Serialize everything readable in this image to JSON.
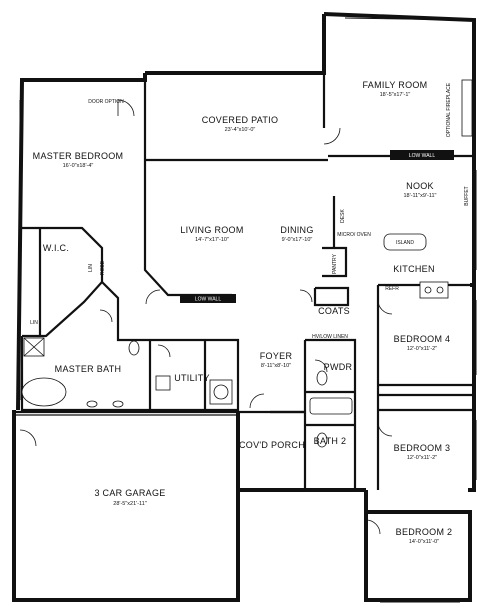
{
  "rooms": {
    "family_room": {
      "name": "FAMILY ROOM",
      "dims": "18'-5\"x17'-1\""
    },
    "covered_patio": {
      "name": "COVERED PATIO",
      "dims": "23'-4\"x10'-0\""
    },
    "master_bedroom": {
      "name": "MASTER BEDROOM",
      "dims": "16'-0\"x18'-4\""
    },
    "living_room": {
      "name": "LIVING ROOM",
      "dims": "14'-7\"x17'-10\""
    },
    "dining": {
      "name": "DINING",
      "dims": "9'-0\"x17'-10\""
    },
    "nook": {
      "name": "NOOK",
      "dims": "18'-11\"x9'-11\""
    },
    "kitchen": {
      "name": "KITCHEN"
    },
    "wic": {
      "name": "W.I.C."
    },
    "master_bath": {
      "name": "MASTER BATH"
    },
    "utility": {
      "name": "UTILITY"
    },
    "foyer": {
      "name": "FOYER",
      "dims": "8'-11\"x8'-10\""
    },
    "powder": {
      "name": "PWDR"
    },
    "coats": {
      "name": "COATS"
    },
    "bedroom4": {
      "name": "BEDROOM 4",
      "dims": "12'-0\"x11'-2\""
    },
    "bedroom3": {
      "name": "BEDROOM 3",
      "dims": "12'-0\"x11'-2\""
    },
    "bath2": {
      "name": "BATH 2"
    },
    "porch": {
      "name": "COV'D PORCH"
    },
    "garage": {
      "name": "3 CAR GARAGE",
      "dims": "28'-5\"x21'-11\""
    },
    "bedroom2": {
      "name": "BEDROOM 2",
      "dims": "14'-0\"x11'-0\""
    }
  },
  "labels": {
    "door_option": "DOOR OPTION",
    "optional_fireplace": "OPTIONAL FIREPLACE",
    "low_wall_family": "LOW WALL",
    "low_wall_living": "LOW WALL",
    "desk": "DESK",
    "microwave_oven": "MICRO/ OVEN",
    "pantry": "PANTRY",
    "island": "ISLAND",
    "refrigerator": "REFR",
    "buffet": "BUFFET",
    "linen_wic": "LIN",
    "robe": "ROBE",
    "linen_bath": "LIN",
    "hvac_linen": "HV/LOW LINEN"
  }
}
